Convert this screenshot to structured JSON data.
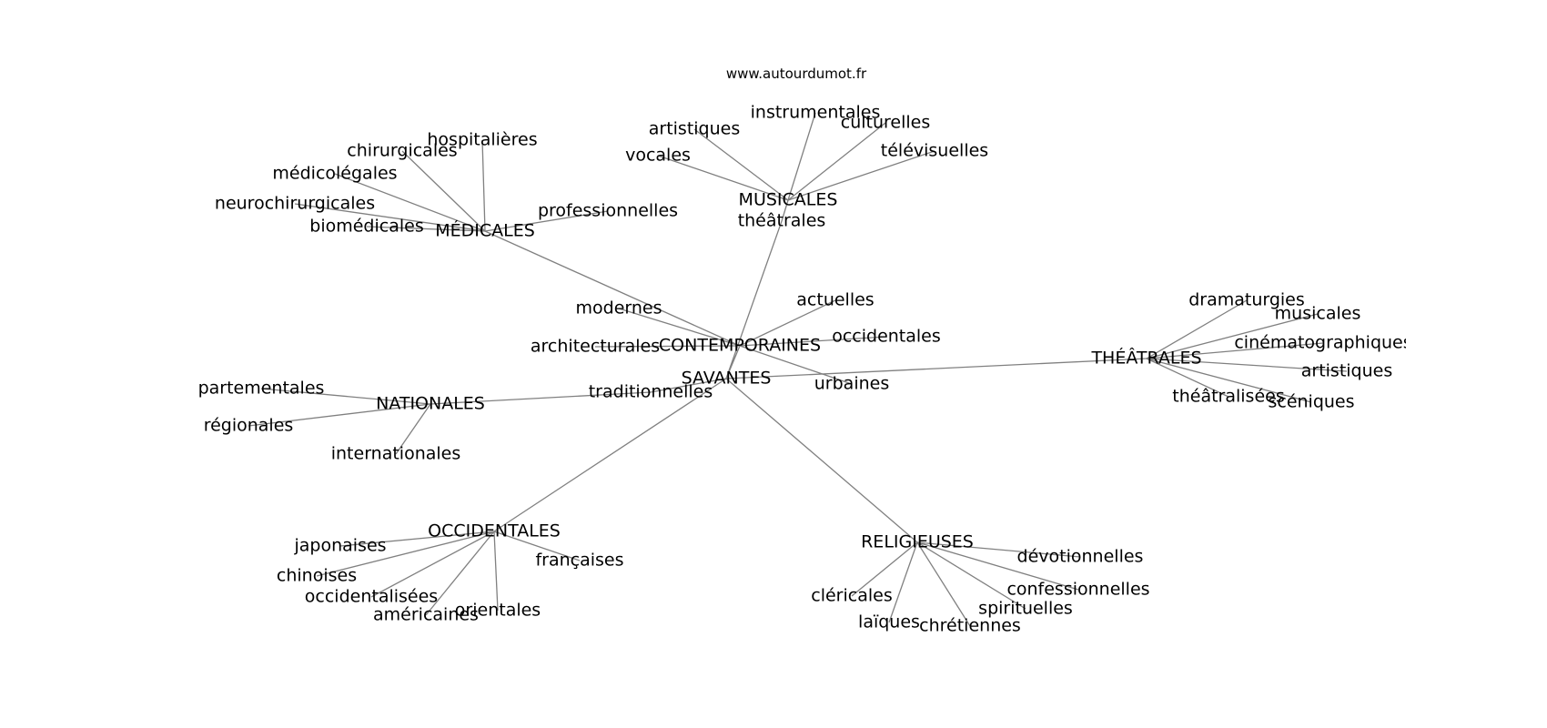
{
  "site": "www.autourdumot.fr",
  "graph": {
    "center": "SAVANTES",
    "hubs": [
      "CONTEMPORAINES",
      "MUSICALES",
      "MÉDICALES",
      "NATIONALES",
      "OCCIDENTALES",
      "RELIGIEUSES",
      "THÉÂTRALES"
    ],
    "nodes": [
      {
        "id": "savantes",
        "label": "SAVANTES"
      },
      {
        "id": "contemporaines",
        "label": "CONTEMPORAINES"
      },
      {
        "id": "modernes",
        "label": "modernes"
      },
      {
        "id": "architecturales",
        "label": "architecturales"
      },
      {
        "id": "actuelles",
        "label": "actuelles"
      },
      {
        "id": "occidentales-low",
        "label": "occidentales"
      },
      {
        "id": "urbaines",
        "label": "urbaines"
      },
      {
        "id": "traditionnelles",
        "label": "traditionnelles"
      },
      {
        "id": "musicales",
        "label": "MUSICALES"
      },
      {
        "id": "theatrales-low",
        "label": "théâtrales"
      },
      {
        "id": "artistiques-m",
        "label": "artistiques"
      },
      {
        "id": "instrumentales",
        "label": "instrumentales"
      },
      {
        "id": "culturelles",
        "label": "culturelles"
      },
      {
        "id": "vocales",
        "label": "vocales"
      },
      {
        "id": "televisuelles",
        "label": "télévisuelles"
      },
      {
        "id": "medicales",
        "label": "MÉDICALES"
      },
      {
        "id": "hospitalieres",
        "label": "hospitalières"
      },
      {
        "id": "chirurgicales",
        "label": "chirurgicales"
      },
      {
        "id": "medicolegales",
        "label": "médicolégales"
      },
      {
        "id": "neurochirurgicales",
        "label": "neurochirurgicales"
      },
      {
        "id": "biomedicales",
        "label": "biomédicales"
      },
      {
        "id": "professionnelles",
        "label": "professionnelles"
      },
      {
        "id": "nationales",
        "label": "NATIONALES"
      },
      {
        "id": "partementales",
        "label": "partementales"
      },
      {
        "id": "regionales",
        "label": "régionales"
      },
      {
        "id": "internationales",
        "label": "internationales"
      },
      {
        "id": "occidentales",
        "label": "OCCIDENTALES"
      },
      {
        "id": "japonaises",
        "label": "japonaises"
      },
      {
        "id": "chinoises",
        "label": "chinoises"
      },
      {
        "id": "occidentalisees",
        "label": "occidentalisées"
      },
      {
        "id": "americaines",
        "label": "américaines"
      },
      {
        "id": "orientales",
        "label": "orientales"
      },
      {
        "id": "francaises",
        "label": "françaises"
      },
      {
        "id": "religieuses",
        "label": "RELIGIEUSES"
      },
      {
        "id": "devotionnelles",
        "label": "dévotionnelles"
      },
      {
        "id": "confessionnelles",
        "label": "confessionnelles"
      },
      {
        "id": "spirituelles",
        "label": "spirituelles"
      },
      {
        "id": "chretiennes",
        "label": "chrétiennes"
      },
      {
        "id": "laiques",
        "label": "laïques"
      },
      {
        "id": "clericales",
        "label": "cléricales"
      },
      {
        "id": "theatrales",
        "label": "THÉÂTRALES"
      },
      {
        "id": "dramaturgies",
        "label": "dramaturgies"
      },
      {
        "id": "musicales-t",
        "label": "musicales"
      },
      {
        "id": "cinematographiques",
        "label": "cinématographiques"
      },
      {
        "id": "artistiques-t",
        "label": "artistiques"
      },
      {
        "id": "sceniques",
        "label": "scéniques"
      },
      {
        "id": "theatralisees",
        "label": "théâtralisées"
      }
    ],
    "edges": [
      [
        "savantes",
        "contemporaines"
      ],
      [
        "savantes",
        "traditionnelles"
      ],
      [
        "savantes",
        "theatrales-low"
      ],
      [
        "savantes",
        "theatrales"
      ],
      [
        "savantes",
        "occidentales"
      ],
      [
        "savantes",
        "religieuses"
      ],
      [
        "contemporaines",
        "modernes"
      ],
      [
        "contemporaines",
        "architecturales"
      ],
      [
        "contemporaines",
        "actuelles"
      ],
      [
        "contemporaines",
        "occidentales-low"
      ],
      [
        "contemporaines",
        "urbaines"
      ],
      [
        "contemporaines",
        "medicales"
      ],
      [
        "traditionnelles",
        "nationales"
      ],
      [
        "theatrales-low",
        "musicales"
      ],
      [
        "musicales",
        "artistiques-m"
      ],
      [
        "musicales",
        "instrumentales"
      ],
      [
        "musicales",
        "culturelles"
      ],
      [
        "musicales",
        "vocales"
      ],
      [
        "musicales",
        "televisuelles"
      ],
      [
        "medicales",
        "hospitalieres"
      ],
      [
        "medicales",
        "chirurgicales"
      ],
      [
        "medicales",
        "medicolegales"
      ],
      [
        "medicales",
        "neurochirurgicales"
      ],
      [
        "medicales",
        "biomedicales"
      ],
      [
        "medicales",
        "professionnelles"
      ],
      [
        "nationales",
        "partementales"
      ],
      [
        "nationales",
        "regionales"
      ],
      [
        "nationales",
        "internationales"
      ],
      [
        "occidentales",
        "japonaises"
      ],
      [
        "occidentales",
        "chinoises"
      ],
      [
        "occidentales",
        "occidentalisees"
      ],
      [
        "occidentales",
        "americaines"
      ],
      [
        "occidentales",
        "orientales"
      ],
      [
        "occidentales",
        "francaises"
      ],
      [
        "religieuses",
        "devotionnelles"
      ],
      [
        "religieuses",
        "confessionnelles"
      ],
      [
        "religieuses",
        "spirituelles"
      ],
      [
        "religieuses",
        "chretiennes"
      ],
      [
        "religieuses",
        "laiques"
      ],
      [
        "religieuses",
        "clericales"
      ],
      [
        "theatrales",
        "dramaturgies"
      ],
      [
        "theatrales",
        "musicales-t"
      ],
      [
        "theatrales",
        "cinematographiques"
      ],
      [
        "theatrales",
        "artistiques-t"
      ],
      [
        "theatrales",
        "sceniques"
      ],
      [
        "theatrales",
        "theatralisees"
      ]
    ]
  }
}
